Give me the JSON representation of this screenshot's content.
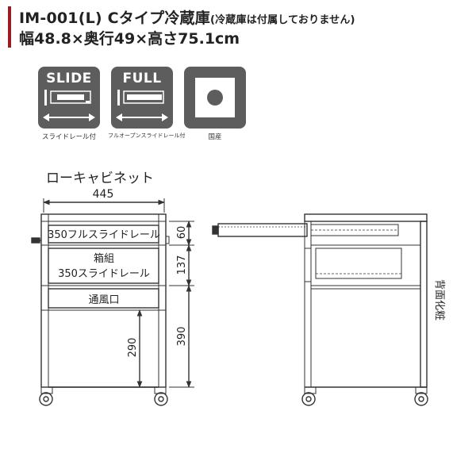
{
  "header": {
    "title_main": "IM-001(L) Cタイプ冷蔵庫",
    "title_note": "(冷蔵庫は付属しておりません)",
    "dimensions": "幅48.8×奥行49×高さ75.1cm"
  },
  "badges": [
    {
      "label": "SLIDE",
      "caption": "スライドレール付",
      "icon": "slide-rail-icon"
    },
    {
      "label": "FULL",
      "caption": "フルオープンスライドレール付",
      "icon": "full-open-rail-icon"
    },
    {
      "label": "",
      "caption": "国産",
      "icon": "domestic-made-icon"
    }
  ],
  "section_label": "ローキャビネット",
  "front_view": {
    "width_label": "445",
    "drawer_label": "350フルスライドレール",
    "box_label_line1": "箱組",
    "box_label_line2": "350スライドレール",
    "vent_label": "通風口",
    "dim_60": "60",
    "dim_137": "137",
    "dim_390": "390",
    "dim_290": "290"
  },
  "side_view": {
    "rear_post_label": "背面化粧"
  },
  "colors": {
    "accent": "#9b1b1f",
    "badge_bg": "#5d5d5d",
    "line": "#333333"
  }
}
